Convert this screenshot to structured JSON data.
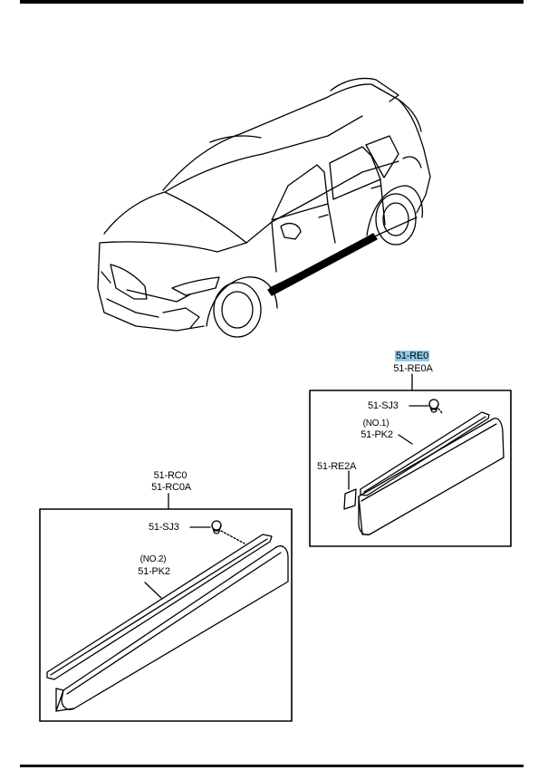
{
  "colors": {
    "ink": "#000000",
    "paper": "#ffffff",
    "highlight": "#8ecae6"
  },
  "assembly_right": {
    "part_code_highlighted": "51-RE0",
    "part_code": "51-RE0A",
    "clip": "51-SJ3",
    "molding_no": "(NO.1)",
    "molding": "51-PK2",
    "fastener": "51-RE2A"
  },
  "assembly_left": {
    "part_code": "51-RC0",
    "part_code_alt": "51-RC0A",
    "clip": "51-SJ3",
    "molding_no": "(NO.2)",
    "molding": "51-PK2"
  }
}
